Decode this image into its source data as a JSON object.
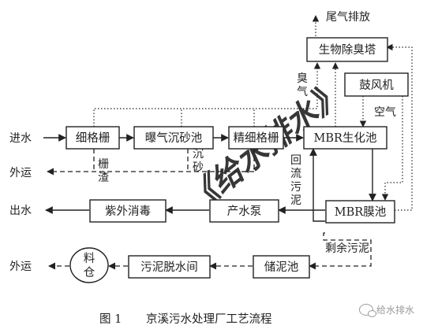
{
  "nodes": {
    "fine_screen": "细格栅",
    "aerated_grit": "曝气沉砂池",
    "ultrafine_screen": "精细格栅",
    "mbr_bio": "MBR生化池",
    "mbr_membrane": "MBR膜池",
    "pump": "产水泵",
    "uv": "紫外消毒",
    "sludge_tank": "储泥池",
    "dewatering": "污泥脱水间",
    "silo": "料仓",
    "deodor": "生物除臭塔",
    "blower": "鼓风机"
  },
  "labels": {
    "inflow": "进水",
    "outflow": "出水",
    "haulout_top": "外运",
    "haulout_bottom": "外运",
    "exhaust": "尾气排放",
    "odor": "臭气",
    "air": "空气",
    "screenings": "栅渣",
    "grit": "沉砂",
    "return_sludge": "回流污泥",
    "excess_sludge": "剩余污泥"
  },
  "caption": {
    "number": "图 1",
    "title": "京溪污水处理厂工艺流程"
  },
  "watermark": {
    "text": "《给水排水》",
    "account": "给水排水"
  },
  "colors": {
    "ink": "#222222",
    "watermark": "#c8c8c8"
  }
}
